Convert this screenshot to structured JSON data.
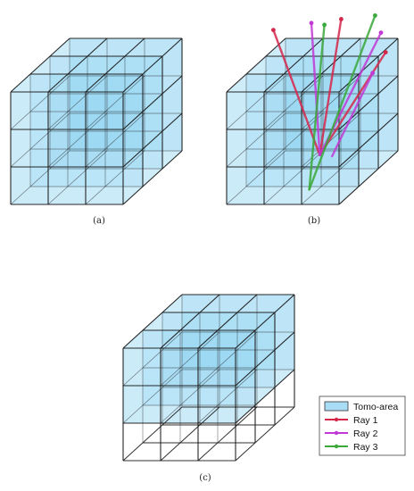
{
  "panels": [
    {
      "id": "a",
      "label": "(a)",
      "variant": "full"
    },
    {
      "id": "b",
      "label": "(b)",
      "variant": "rays"
    },
    {
      "id": "c",
      "label": "(c)",
      "variant": "partial"
    }
  ],
  "colors": {
    "tomo_fill": "#5fc0ec",
    "edge": "#1b1b1b",
    "ray1": "#d6264a",
    "ray2": "#c238d6",
    "ray3": "#3aa83a"
  },
  "legend": {
    "items": [
      {
        "key": "tomo",
        "label": "Tomo-area",
        "kind": "patch",
        "color": "#a9ddf5"
      },
      {
        "key": "ray1",
        "label": "Ray 1",
        "kind": "line",
        "color": "#d6264a"
      },
      {
        "key": "ray2",
        "label": "Ray 2",
        "kind": "line",
        "color": "#c238d6"
      },
      {
        "key": "ray3",
        "label": "Ray 3",
        "kind": "line",
        "color": "#3aa83a"
      }
    ]
  }
}
